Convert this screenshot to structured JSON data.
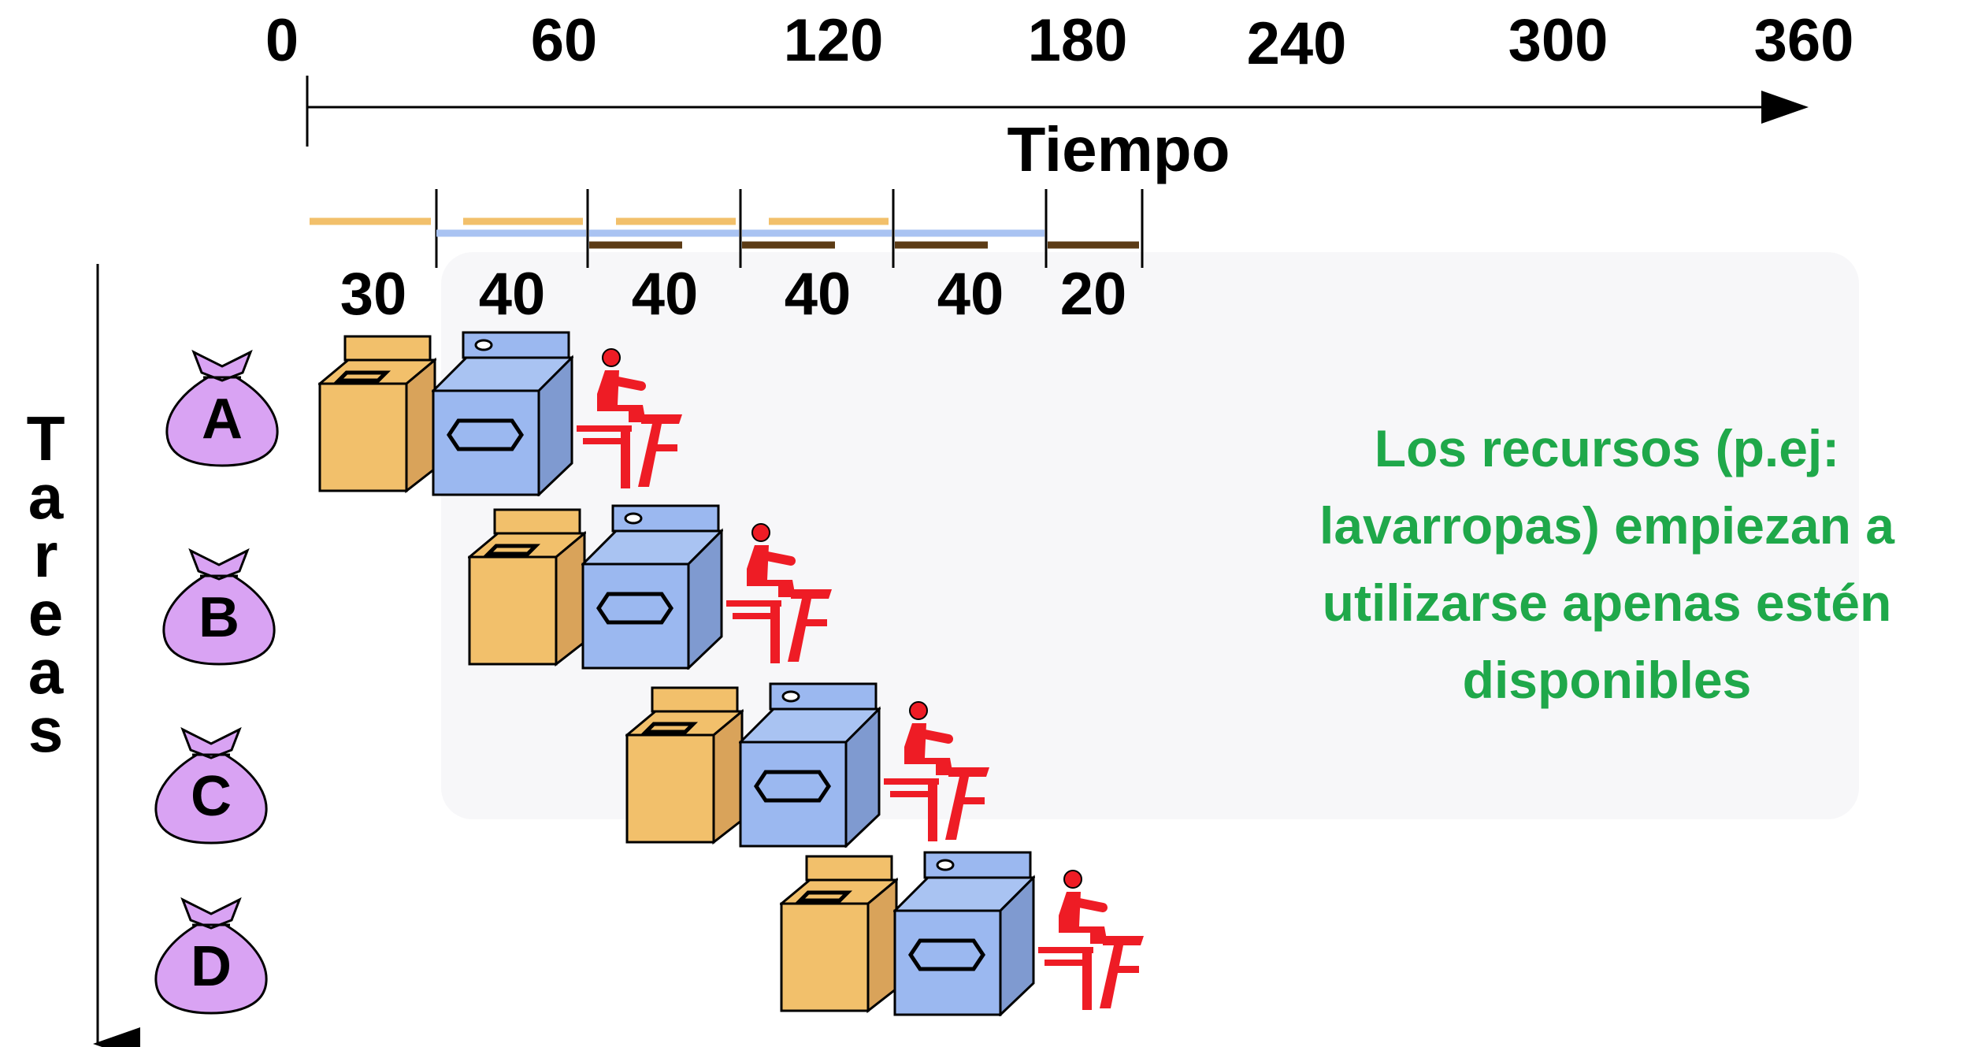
{
  "axis": {
    "ticks": [
      "0",
      "60",
      "120",
      "180",
      "240",
      "300",
      "360"
    ],
    "title": "Tiempo"
  },
  "durations": [
    "30",
    "40",
    "40",
    "40",
    "40",
    "20"
  ],
  "tasks_label": [
    "T",
    "a",
    "r",
    "e",
    "a",
    "s"
  ],
  "tasks": [
    {
      "label": "A"
    },
    {
      "label": "B"
    },
    {
      "label": "C"
    },
    {
      "label": "D"
    }
  ],
  "note": "Los recursos (p.ej: lavarropas) empiezan a utilizarse apenas estén disponibles",
  "colors": {
    "washer": "#f2c06b",
    "dryer": "#9bb8f0",
    "folder": "#ee1c25",
    "bag": "#d9a3f3",
    "note": "#1fa84a",
    "bar_wash": "#f2c06b",
    "bar_dry": "#a9c3f2",
    "bar_fold": "#5c3b15"
  }
}
